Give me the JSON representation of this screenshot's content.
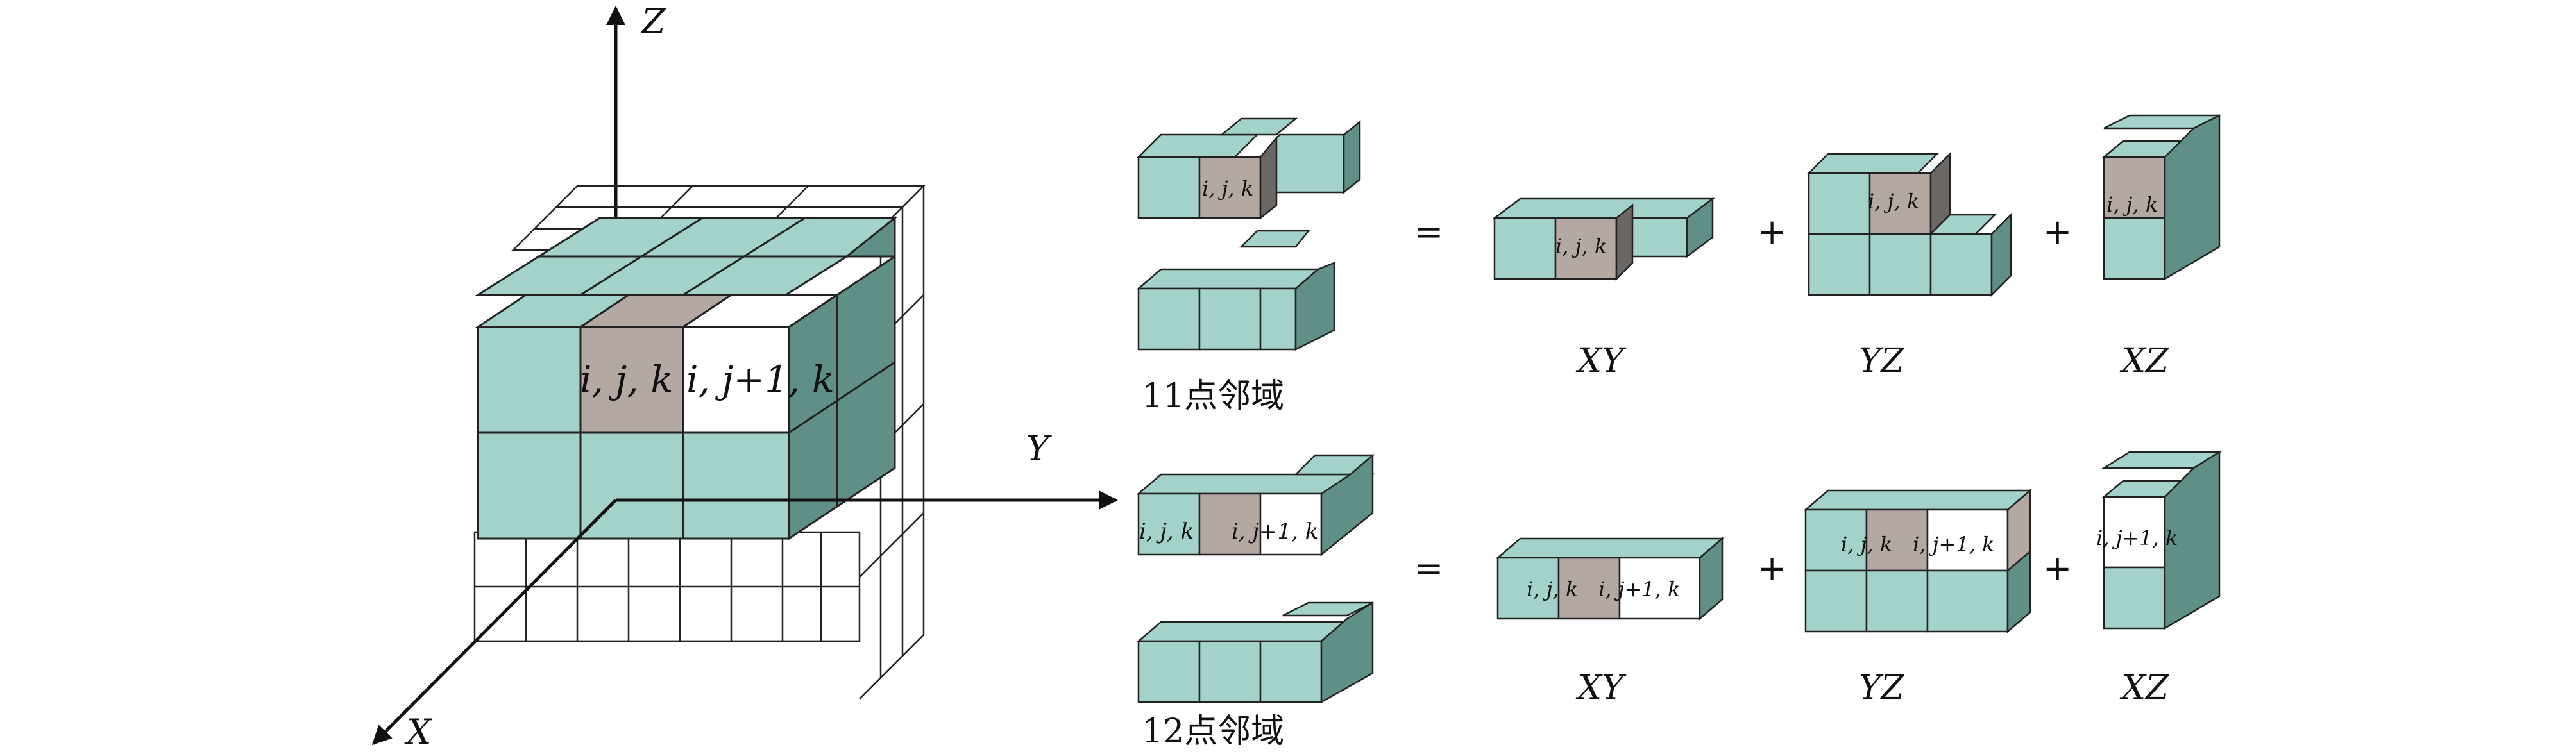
{
  "colors": {
    "teal": "#a3d2cb",
    "teal_side": "#5f8f86",
    "gray": "#b3a8a2",
    "gray_side": "#6b6765",
    "white": "#ffffff",
    "edge": "#222222"
  },
  "axes": {
    "z": "Z",
    "y": "Y",
    "x": "X"
  },
  "big_cube": {
    "label_center": "i, j, k",
    "label_right": "i, j+1, k"
  },
  "cell_labels": {
    "ijk": "i, j, k",
    "ij1k": "i, j+1, k"
  },
  "rows": [
    {
      "caption": "11点邻域",
      "equals": "=",
      "plus": "+",
      "planes": [
        "XY",
        "YZ",
        "XZ"
      ]
    },
    {
      "caption": "12点邻域",
      "equals": "=",
      "plus": "+",
      "planes": [
        "XY",
        "YZ",
        "XZ"
      ]
    }
  ]
}
